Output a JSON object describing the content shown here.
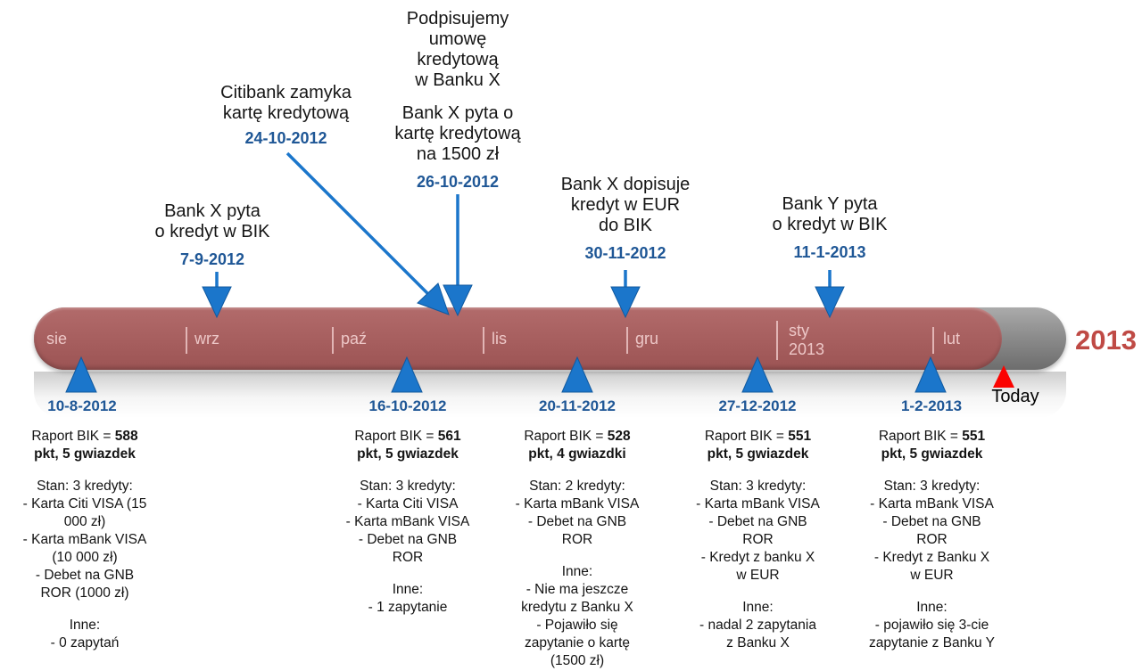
{
  "colors": {
    "bar_red": "#a65e5e",
    "bar_grey": "#8d8d8d",
    "month_pink": "#edc7c7",
    "arrow_blue": "#1b76cb",
    "date_blue": "#1f5796",
    "today_red": "#ff0000",
    "year_red": "#bf4a45"
  },
  "timeline": {
    "year_label": "2013",
    "today_label": "Today",
    "months": [
      {
        "label": "sie"
      },
      {
        "label": "wrz"
      },
      {
        "label": "paź"
      },
      {
        "label": "lis"
      },
      {
        "label": "gru"
      },
      {
        "label": "sty",
        "sub": "2013"
      },
      {
        "label": "lut"
      }
    ]
  },
  "events_above": [
    {
      "title": "Bank X pyta\no kredyt w BIK",
      "date": "7-9-2012"
    },
    {
      "title": "Citibank zamyka\nkartę kredytową",
      "date": "24-10-2012"
    },
    {
      "title": "Podpisujemy\numowę\nkredytową\nw Banku X",
      "subtitle": "Bank X pyta o\nkartę kredytową\nna 1500 zł",
      "date": "26-10-2012"
    },
    {
      "title": "Bank X dopisuje\nkredyt w EUR\ndo BIK",
      "date": "30-11-2012"
    },
    {
      "title": "Bank Y pyta\no kredyt w BIK",
      "date": "11-1-2013"
    }
  ],
  "reports_below": [
    {
      "date": "10-8-2012",
      "label": "Raport BIK = ",
      "score": "588",
      "score_detail": "pkt, 5 gwiazdek",
      "status": "Stan: 3 kredyty:\n- Karta Citi VISA (15\n000 zł)\n- Karta mBank VISA\n(10 000 zł)\n- Debet na GNB\nROR (1000 zł)",
      "other": "Inne:\n- 0 zapytań"
    },
    {
      "date": "16-10-2012",
      "label": "Raport BIK = ",
      "score": "561",
      "score_detail": "pkt, 5 gwiazdek",
      "status": "Stan: 3 kredyty:\n- Karta Citi VISA\n- Karta mBank VISA\n- Debet na GNB\nROR",
      "other": "Inne:\n- 1 zapytanie"
    },
    {
      "date": "20-11-2012",
      "label": "Raport BIK = ",
      "score": "528",
      "score_detail": "pkt, 4 gwiazdki",
      "status": "Stan: 2 kredyty:\n- Karta mBank VISA\n- Debet na GNB\nROR",
      "other": "Inne:\n- Nie ma jeszcze\nkredytu z Banku X\n- Pojawiło się\nzapytanie o kartę\n(1500 zł)"
    },
    {
      "date": "27-12-2012",
      "label": "Raport BIK = ",
      "score": "551",
      "score_detail": "pkt, 5 gwiazdek",
      "status": "Stan: 3 kredyty:\n- Karta mBank VISA\n- Debet na GNB\nROR\n- Kredyt z banku X\nw EUR",
      "other": "Inne:\n- nadal 2 zapytania\nz Banku X"
    },
    {
      "date": "1-2-2013",
      "label": "Raport BIK = ",
      "score": "551",
      "score_detail": "pkt, 5 gwiazdek",
      "status": "Stan: 3 kredyty:\n- Karta mBank VISA\n- Debet na GNB\nROR\n- Kredyt z Banku X\nw EUR",
      "other": "Inne:\n- pojawiło się 3-cie\nzapytanie z Banku Y"
    }
  ]
}
